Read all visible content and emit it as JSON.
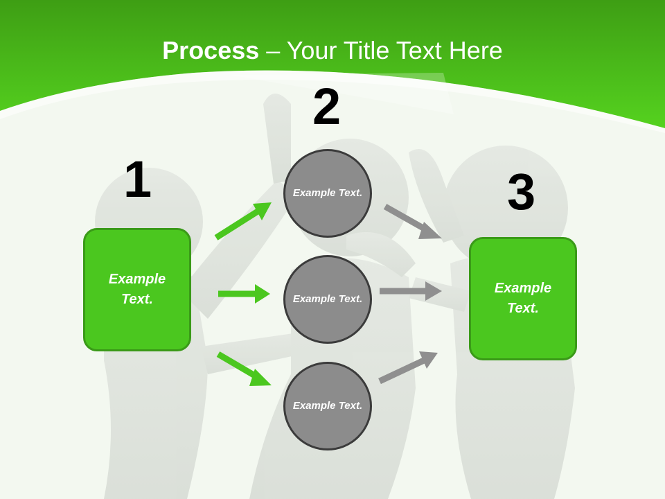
{
  "title": {
    "bold": "Process",
    "rest": " – Your Title Text Here"
  },
  "steps": [
    {
      "number": "1",
      "text": "Example Text."
    },
    {
      "number": "2",
      "items": [
        "Example Text.",
        "Example Text.",
        "Example Text."
      ]
    },
    {
      "number": "3",
      "text": "Example Text."
    }
  ],
  "colors": {
    "green": "#4bc71f",
    "circle": "#8c8c8c",
    "arrow_gray": "#8f8f8f"
  }
}
